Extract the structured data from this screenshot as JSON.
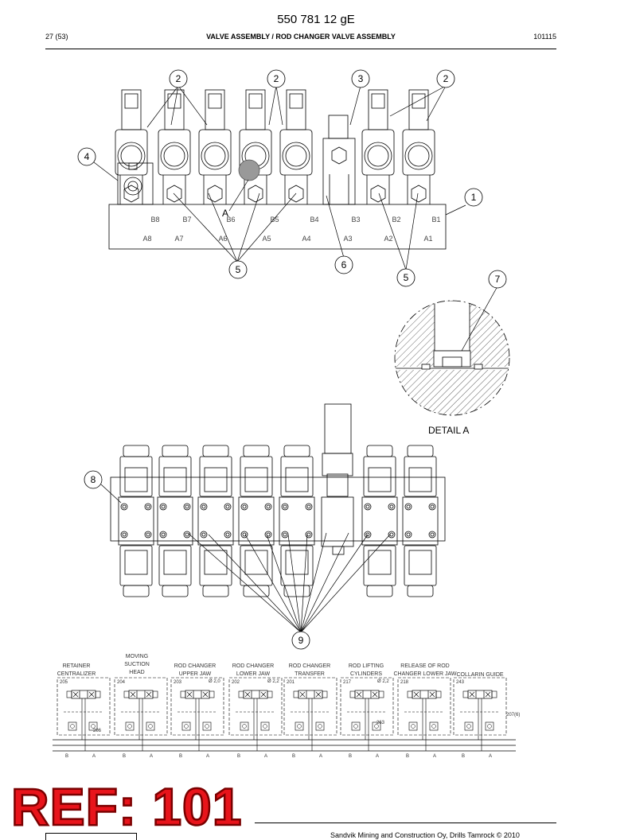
{
  "header": {
    "doc_number": "550 781 12 gE",
    "page": "27 (53)",
    "title": "VALVE ASSEMBLY / ROD CHANGER VALVE ASSEMBLY",
    "code": "101115"
  },
  "callouts": {
    "c1": "1",
    "c2a": "2",
    "c2b": "2",
    "c2c": "2",
    "c3": "3",
    "c4": "4",
    "c5a": "5",
    "c5b": "5",
    "c6": "6",
    "c7": "7",
    "c8": "8",
    "c9": "9"
  },
  "detail_marker": "A",
  "detail_label": "DETAIL A",
  "ports_b": [
    "B8",
    "B7",
    "B6",
    "B5",
    "B4",
    "B3",
    "B2",
    "B1"
  ],
  "ports_a": [
    "A8",
    "A7",
    "A6",
    "A5",
    "A4",
    "A3",
    "A2",
    "A1"
  ],
  "schematic": {
    "functions": [
      {
        "label1": "RETAINER",
        "label2": "CENTRALIZER",
        "label3": "",
        "num": "205"
      },
      {
        "label1": "MOVING",
        "label2": "SUCTION",
        "label3": "HEAD",
        "num": "204"
      },
      {
        "label1": "ROD CHANGER",
        "label2": "UPPER JAW",
        "label3": "",
        "num": "203"
      },
      {
        "label1": "ROD CHANGER",
        "label2": "LOWER JAW",
        "label3": "",
        "num": "202"
      },
      {
        "label1": "ROD CHANGER",
        "label2": "TRANSFER",
        "label3": "",
        "num": "201"
      },
      {
        "label1": "ROD LIFTING",
        "label2": "CYLINDERS",
        "label3": "",
        "num": "217"
      },
      {
        "label1": "RELEASE OF ROD",
        "label2": "CHANGER LOWER JAW",
        "label3": "",
        "num": "218"
      },
      {
        "label1": "COLLARIN GUIDE",
        "label2": "",
        "label3": "",
        "num": "243"
      }
    ],
    "orifice_labels": [
      "Ø 2,0",
      "Ø 2,2",
      "Ø 2,2"
    ],
    "extra_labels": [
      "206",
      "263",
      "207(6)"
    ],
    "port_letters": [
      "B",
      "A"
    ]
  },
  "stamp": "REF: 101",
  "footer": "Sandvik Mining and Construction Oy, Drills Tamrock © 2010"
}
